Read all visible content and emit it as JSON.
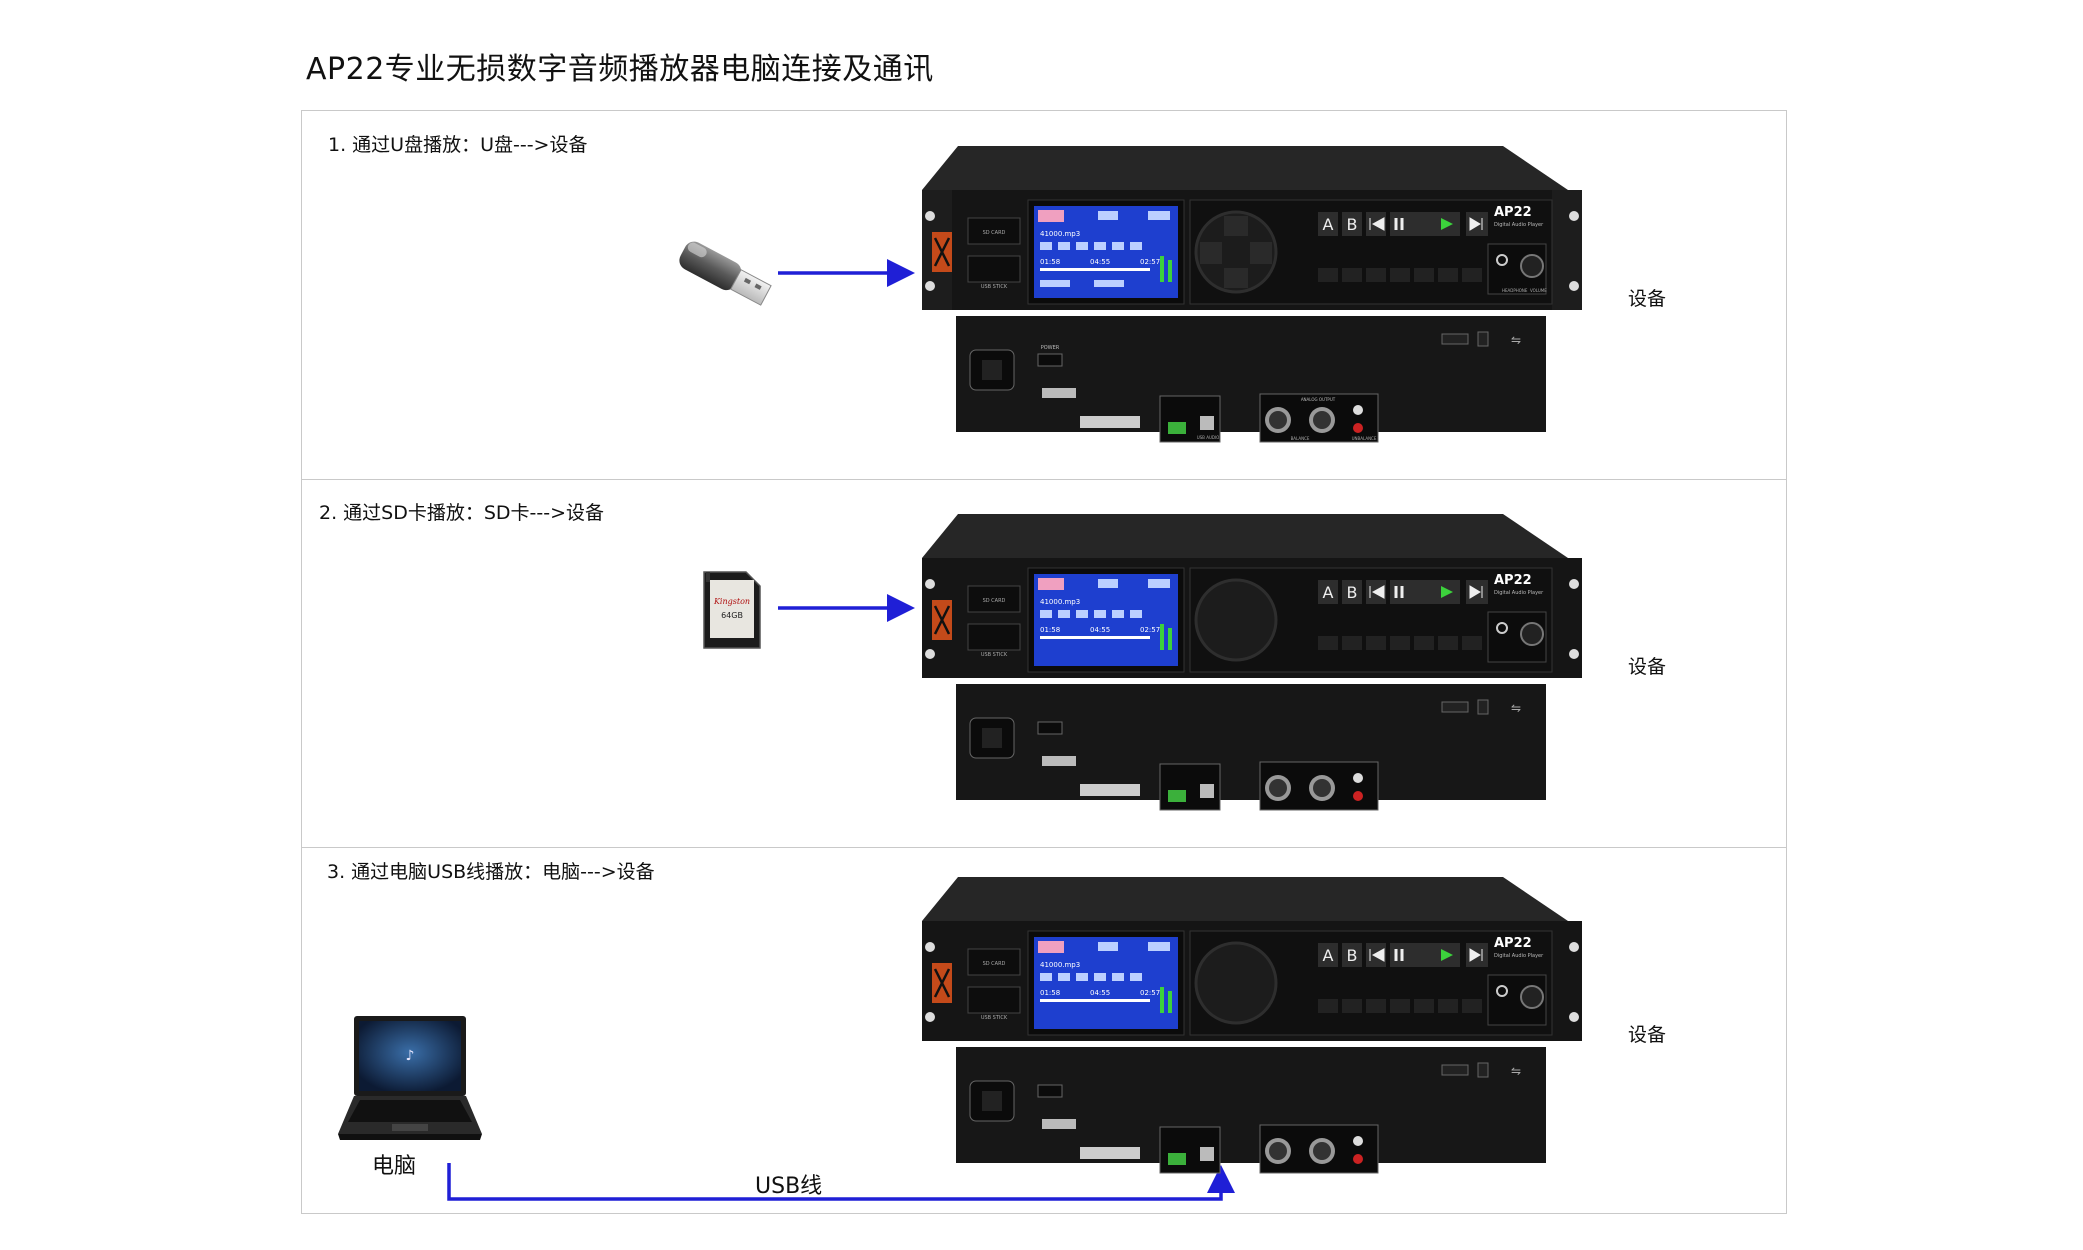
{
  "title": "AP22专业无损数字音频播放器电脑连接及通讯",
  "rows": [
    {
      "label": "1. 通过U盘播放：U盘--->设备",
      "device_label": "设备"
    },
    {
      "label": "2. 通过SD卡播放：SD卡--->设备",
      "device_label": "设备"
    },
    {
      "label": "3. 通过电脑USB线播放：电脑--->设备",
      "device_label": "设备"
    }
  ],
  "pc_label": "电脑",
  "usb_line_label": "USB线",
  "device": {
    "model": "AP22",
    "subtitle": "Digital Audio Player",
    "screen_file": "41000.mp3",
    "screen_time_elapsed": "01:58",
    "screen_time_mid": "04:55",
    "screen_time_total": "02:57",
    "buttons": [
      "A",
      "B"
    ],
    "front_labels": [
      "SD CARD",
      "USB STICK",
      "HEADPHONE",
      "VOLUME"
    ],
    "rear_labels": [
      "POWER",
      "ANALOG OUTPUT",
      "BALANCE",
      "UNBALANCE",
      "USB AUDIO"
    ]
  },
  "colors": {
    "arrow": "#1f1fd6",
    "chassis": "#1a1a1a",
    "screen": "#1e3fcf",
    "frame": "#c9c9c9"
  },
  "sd_card": {
    "brand": "Kingston",
    "capacity": "64GB"
  }
}
